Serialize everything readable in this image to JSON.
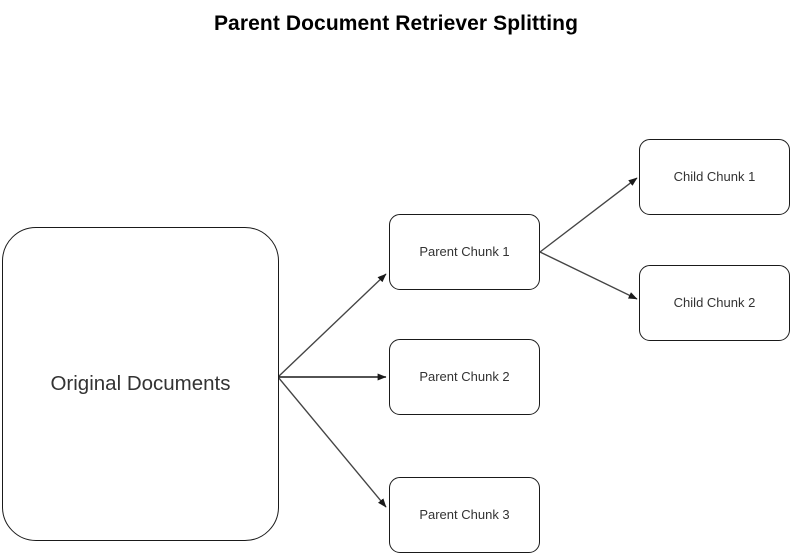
{
  "title": "Parent Document Retriever Splitting",
  "colors": {
    "background": "#ffffff",
    "node_border": "#1a1a1a",
    "node_fill": "#ffffff",
    "node_text": "#333333",
    "title_text": "#000000",
    "edge": "#444444"
  },
  "nodes": {
    "root": {
      "label": "Original Documents"
    },
    "parents": [
      {
        "label": "Parent Chunk 1"
      },
      {
        "label": "Parent Chunk 2"
      },
      {
        "label": "Parent Chunk 3"
      }
    ],
    "children": [
      {
        "label": "Child Chunk 1"
      },
      {
        "label": "Child Chunk 2"
      }
    ]
  },
  "edges": [
    {
      "from": "Original Documents",
      "to": "Parent Chunk 1"
    },
    {
      "from": "Original Documents",
      "to": "Parent Chunk 2"
    },
    {
      "from": "Original Documents",
      "to": "Parent Chunk 3"
    },
    {
      "from": "Parent Chunk 1",
      "to": "Child Chunk 1"
    },
    {
      "from": "Parent Chunk 1",
      "to": "Child Chunk 2"
    }
  ]
}
